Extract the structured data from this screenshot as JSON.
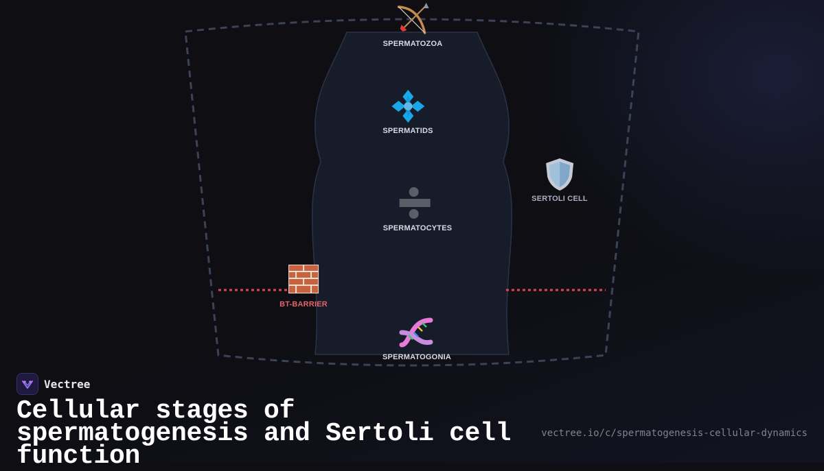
{
  "diagram": {
    "nodes": {
      "spermatozoa": {
        "label": "SPERMATOZOA",
        "icon": "bow-and-arrow-icon"
      },
      "spermatids": {
        "label": "SPERMATIDS",
        "icon": "blue-diamond-flower-icon"
      },
      "spermatocytes": {
        "label": "SPERMATOCYTES",
        "icon": "division-sign-icon"
      },
      "spermatogonia": {
        "label": "SPERMATOGONIA",
        "icon": "dna-icon"
      },
      "sertoli": {
        "label": "SERTOLI CELL",
        "icon": "shield-icon"
      },
      "barrier": {
        "label": "BT-BARRIER",
        "icon": "brick-wall-icon"
      }
    },
    "colors": {
      "background": "#0e0e13",
      "lumen_fill": "#161c2a",
      "outline": "#3a4358",
      "barrier_line": "#e0484c",
      "barrier_label": "#e4646a"
    }
  },
  "footer": {
    "brand_name": "Vectree",
    "title": "Cellular stages of spermatogenesis and Sertoli cell function",
    "url": "vectree.io/c/spermatogenesis-cellular-dynamics"
  }
}
